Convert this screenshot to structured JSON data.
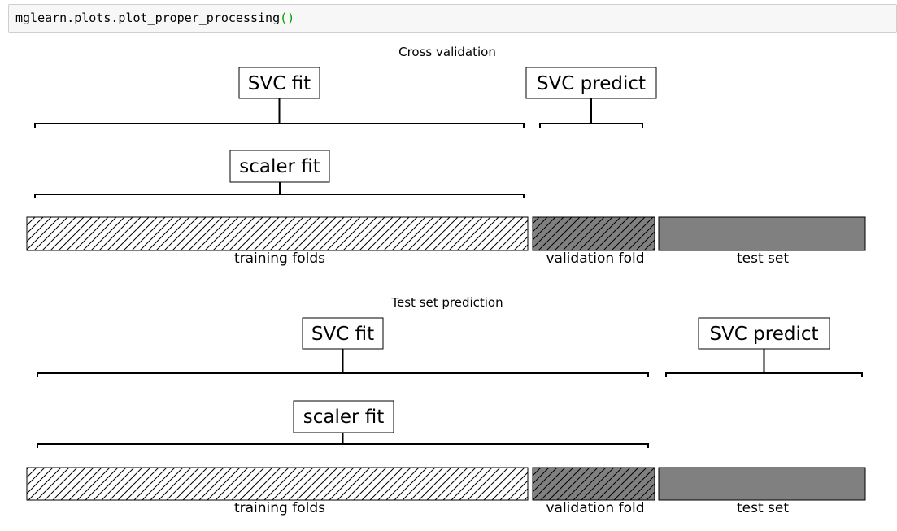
{
  "notebook": {
    "code_cell": {
      "code_text": "mglearn.plots.plot_proper_processing",
      "call_parens": "()"
    }
  },
  "colors": {
    "validation_fill": "#808080",
    "test_fill": "#808080",
    "hatch": "#000000"
  },
  "panels": [
    {
      "title": "Cross validation",
      "svc_fit": "SVC fit",
      "svc_predict": "SVC predict",
      "scaler_fit": "scaler fit",
      "segments": [
        "training folds",
        "validation fold",
        "test set"
      ]
    },
    {
      "title": "Test set prediction",
      "svc_fit": "SVC fit",
      "svc_predict": "SVC predict",
      "scaler_fit": "scaler fit",
      "segments": [
        "training folds",
        "validation fold",
        "test set"
      ]
    }
  ]
}
